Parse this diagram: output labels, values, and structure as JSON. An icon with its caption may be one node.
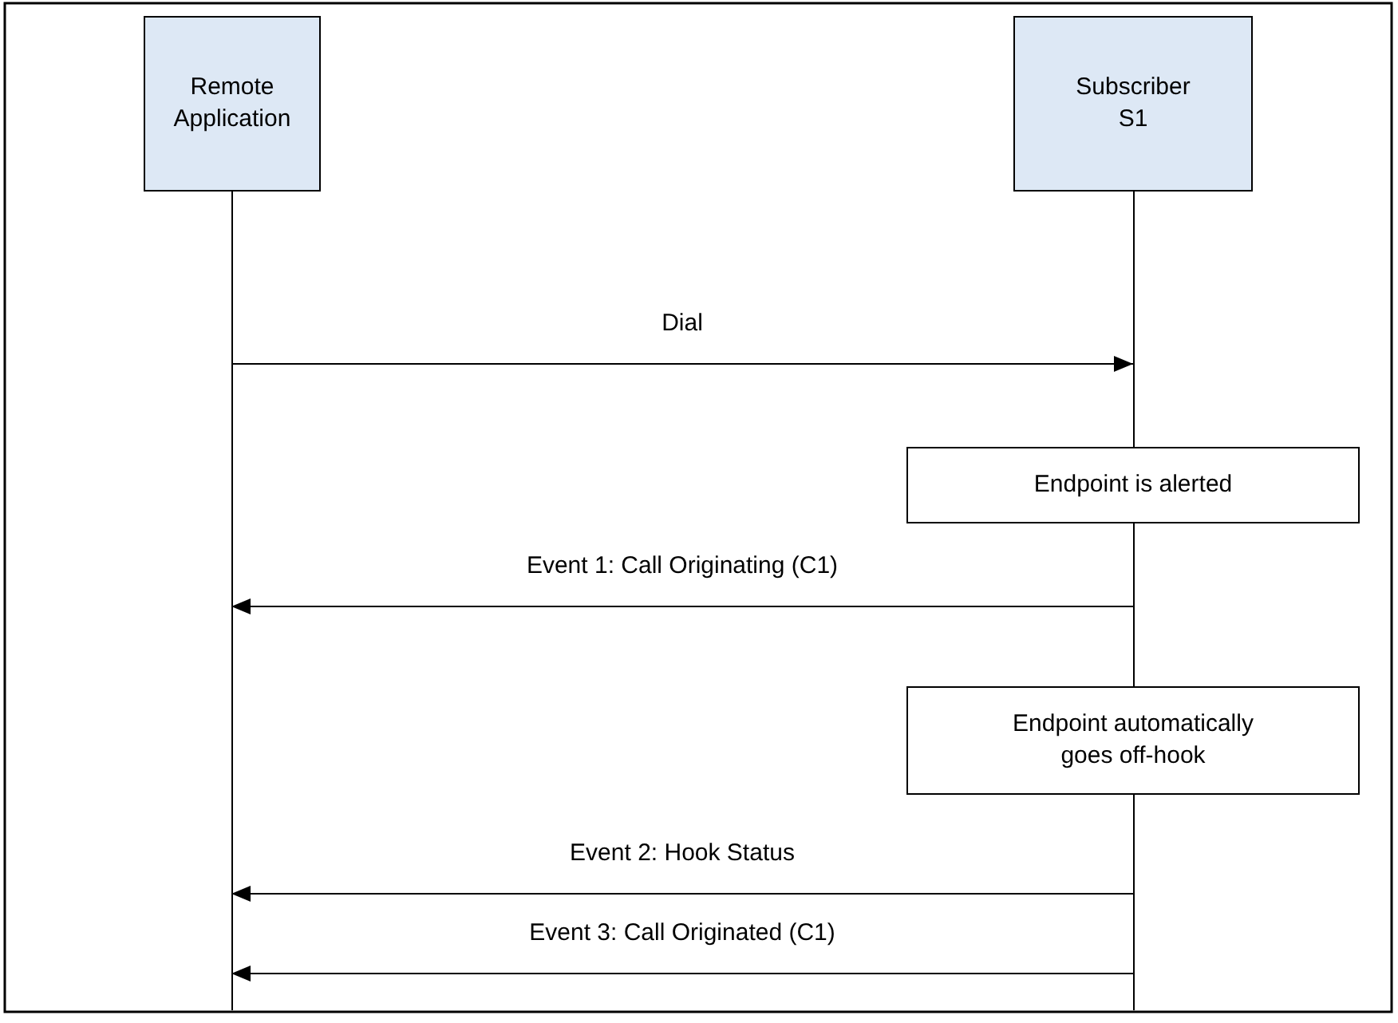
{
  "diagram": {
    "nodes": [
      {
        "text": [
          "Remote Application"
        ]
      },
      {
        "text": [
          "Subscriber S1"
        ]
      },
      {
        "text": [],
        "shape": "line"
      },
      {
        "text": [],
        "shape": "line"
      },
      {
        "text": [
          "Endpoint is alerted"
        ]
      },
      {
        "text": [],
        "shape": "line"
      },
      {
        "text": [
          "Endpoint automatically goes off-hook"
        ]
      },
      {
        "text": [],
        "shape": "line"
      }
    ],
    "edges": [
      {
        "from": 2,
        "to": 3,
        "arrow": "to",
        "label": "Dial"
      },
      {
        "from": 5,
        "to": 2,
        "arrow": "to",
        "label": "Event 1: Call Originating (C1)"
      },
      {
        "from": 7,
        "to": 2,
        "arrow": "to",
        "label": "Event 2: Hook Status"
      },
      {
        "from": 7,
        "to": 2,
        "arrow": "to",
        "label": "Event 3: Call Originated (C1)"
      }
    ]
  }
}
